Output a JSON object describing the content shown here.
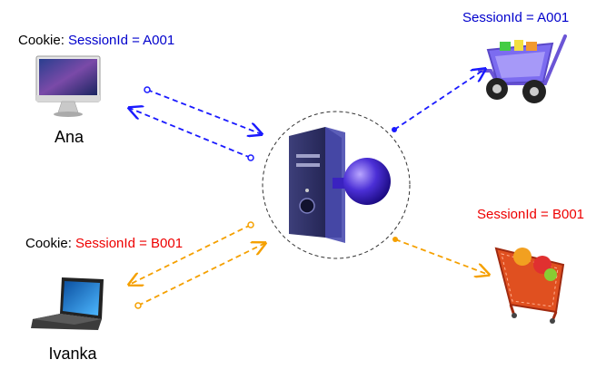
{
  "clients": [
    {
      "name": "Ana",
      "cookie_prefix": "Cookie: ",
      "cookie_value": "SessionId = A001",
      "color": "#0000cc"
    },
    {
      "name": "Ivanka",
      "cookie_prefix": "Cookie: ",
      "cookie_value": "SessionId = B001",
      "color": "#ee0000"
    }
  ],
  "carts": [
    {
      "session": "SessionId = A001",
      "color": "#0000cc",
      "icon": "purple-shopping-cart-icon"
    },
    {
      "session": "SessionId = B001",
      "color": "#ee0000",
      "icon": "red-basket-icon"
    }
  ],
  "server": {
    "icon": "server-with-key-icon"
  },
  "colors": {
    "blue_flow": "#1a1aff",
    "orange_flow": "#f5a000",
    "accent_blue": "#0000cc",
    "accent_red": "#ee0000"
  }
}
